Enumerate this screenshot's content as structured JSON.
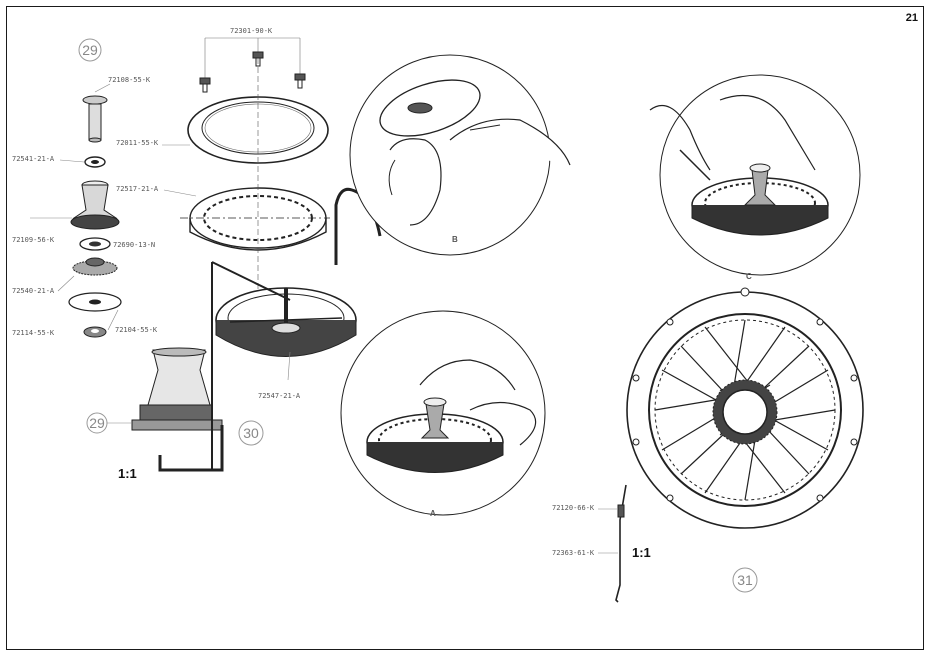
{
  "page": {
    "number": "21"
  },
  "figures": {
    "fig29": {
      "label": "29",
      "scale": "1:1"
    },
    "fig30": {
      "label": "30"
    },
    "fig31": {
      "label": "31",
      "scale": "1:1"
    }
  },
  "details": {
    "A": "A",
    "B": "B",
    "C": "C"
  },
  "parts": {
    "p72108": "72108-55-K",
    "p72541": "72541-21-A",
    "p72109": "72109-56-K",
    "p72690": "72690-13-N",
    "p72540": "72540-21-A",
    "p72114": "72114-55-K",
    "p72104": "72104-55-K",
    "p72301": "72301-90-K",
    "p72011": "72011-55-K",
    "p72517": "72517-21-A",
    "p72547": "72547-21-A",
    "p72120": "72120-66-K",
    "p72363": "72363-61-K"
  }
}
